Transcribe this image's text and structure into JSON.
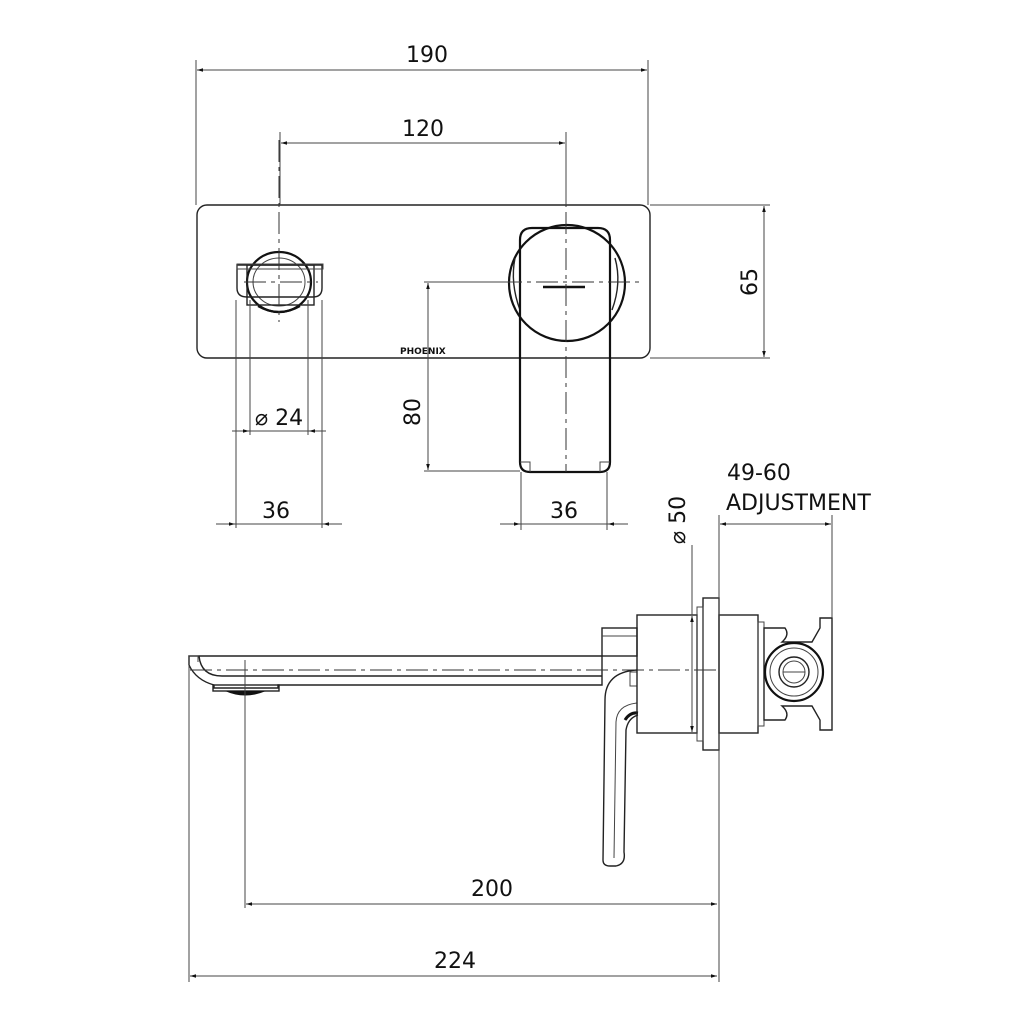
{
  "drawing": {
    "type": "technical-dimension-drawing",
    "brand_label": "PHOENIX",
    "units": "mm",
    "front_view": {
      "overall_width": "190",
      "centre_spacing": "120",
      "plate_height": "65",
      "outlet_diameter": "⌀ 24",
      "outlet_width": "36",
      "lever_height": "80",
      "lever_width": "36"
    },
    "side_view": {
      "body_diameter": "⌀ 50",
      "adjustment_range": "49-60",
      "adjustment_label": "ADJUSTMENT",
      "spout_reach": "200",
      "overall_length": "224"
    },
    "colors": {
      "line": "#222222",
      "background": "#ffffff"
    }
  }
}
